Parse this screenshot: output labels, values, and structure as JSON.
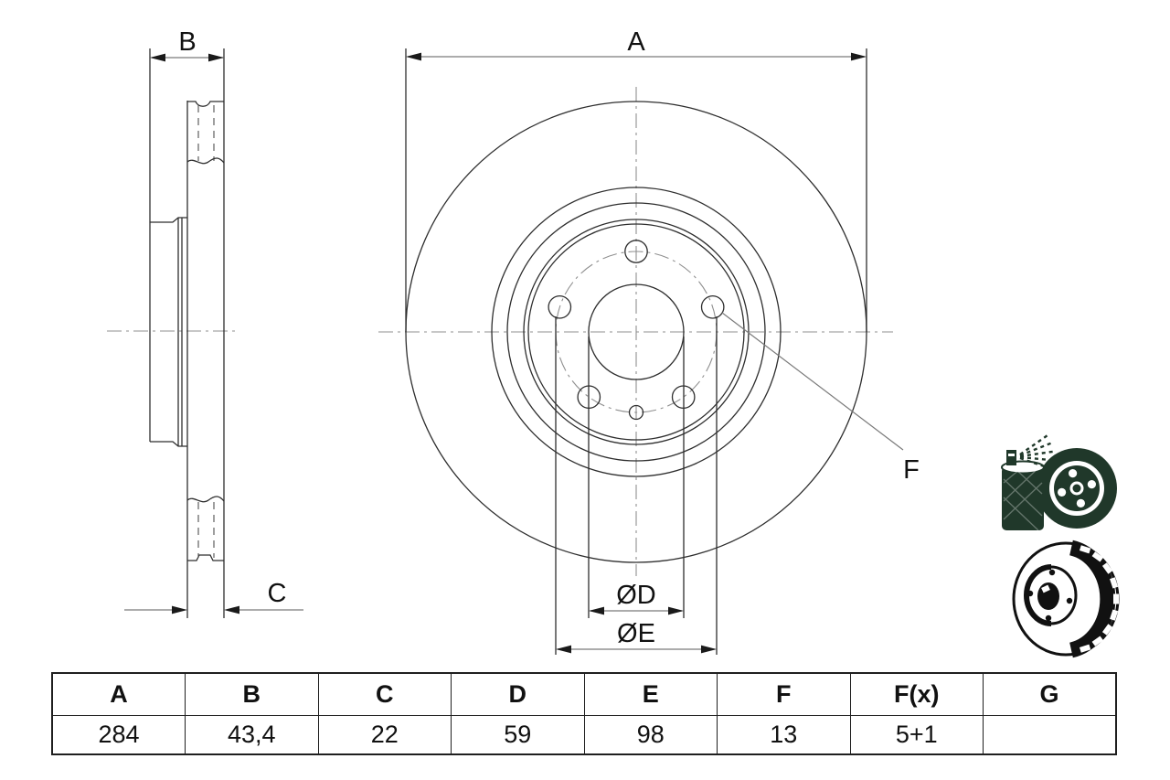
{
  "drawing": {
    "title": "brake-disc-technical-drawing",
    "labels": {
      "a": "A",
      "b": "B",
      "c": "C",
      "f": "F",
      "od": "ØD",
      "oe": "ØE"
    },
    "views": {
      "side": "cross-section-side-view",
      "front": "front-view-with-bolt-pattern"
    },
    "bolt_holes": 5,
    "locating_holes": 1
  },
  "table": {
    "headers": [
      "A",
      "B",
      "C",
      "D",
      "E",
      "F",
      "F(x)",
      "G"
    ],
    "values": [
      "284",
      "43,4",
      "22",
      "59",
      "98",
      "13",
      "5+1",
      ""
    ]
  },
  "icons": {
    "coating": "spray-can-coated-disc-icon",
    "vented": "vented-brake-disc-icon"
  },
  "colors": {
    "background": "#ffffff",
    "line": "#2e2e2e",
    "centerline": "#8f8f8f",
    "dimension": "#7a7a7a",
    "arrow": "#1a1a1a",
    "table_border": "#1f1f1f",
    "text": "#111111",
    "icon_green": "#20382a",
    "icon_black": "#111111"
  }
}
